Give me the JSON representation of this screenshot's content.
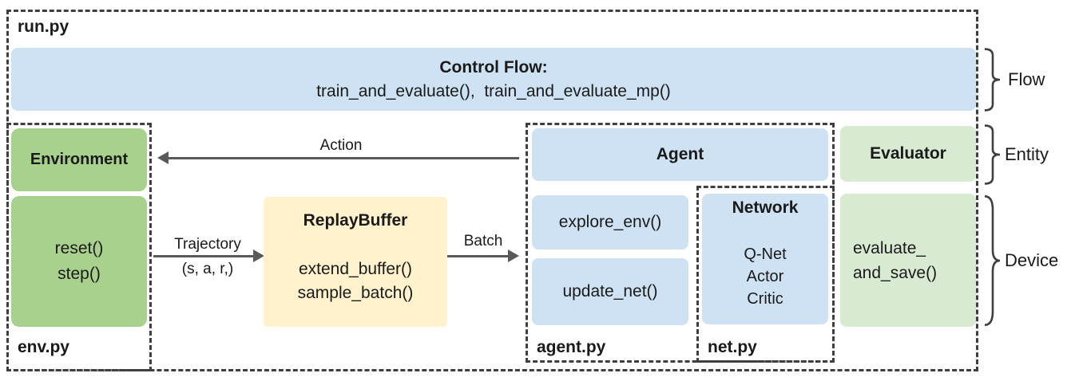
{
  "colors": {
    "box_blue": "#cfe2f3",
    "box_green_dark": "#a9d18e",
    "box_green_light": "#d9ead3",
    "box_yellow": "#fff2cc",
    "dashed_border": "#3f3f3f",
    "arrow": "#595959"
  },
  "outer": {
    "file_label": "run.py"
  },
  "control_flow": {
    "title": "Control Flow:",
    "functions": "train_and_evaluate(),  train_and_evaluate_mp()"
  },
  "environment": {
    "title": "Environment",
    "methods": [
      "reset()",
      "step()"
    ],
    "file_label": "env.py"
  },
  "replay_buffer": {
    "title": "ReplayBuffer",
    "methods": [
      "extend_buffer()",
      "sample_batch()"
    ]
  },
  "agent": {
    "title": "Agent",
    "methods": [
      "explore_env()",
      "update_net()"
    ],
    "file_label": "agent.py"
  },
  "network": {
    "title": "Network",
    "items": [
      "Q-Net",
      "Actor",
      "Critic"
    ],
    "file_label": "net.py"
  },
  "evaluator": {
    "title": "Evaluator",
    "method_lines": [
      "evaluate_",
      "and_save()"
    ]
  },
  "arrows": {
    "action": "Action",
    "trajectory": "Trajectory",
    "trajectory_sub": "(s, a, r,)",
    "batch": "Batch"
  },
  "braces": {
    "flow": "Flow",
    "entity": "Entity",
    "device": "Device"
  }
}
